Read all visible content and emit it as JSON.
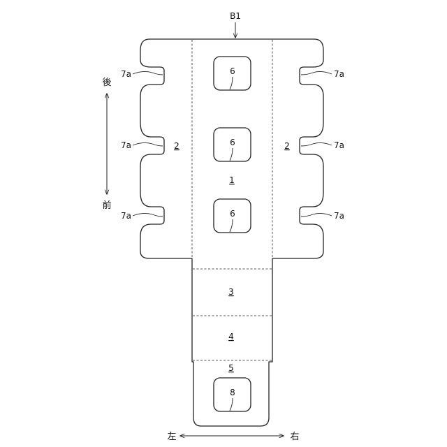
{
  "figure": {
    "blank_label": "B1",
    "panel_labels": {
      "main": "1",
      "side_left": "2",
      "side_right": "2",
      "p3": "3",
      "p4": "4",
      "p5": "5"
    },
    "hole_labels": [
      "6",
      "6",
      "6"
    ],
    "bottom_hole_label": "8",
    "notch_label": "7a",
    "directions": {
      "back": "後",
      "front": "前",
      "left": "左",
      "right": "右"
    }
  }
}
